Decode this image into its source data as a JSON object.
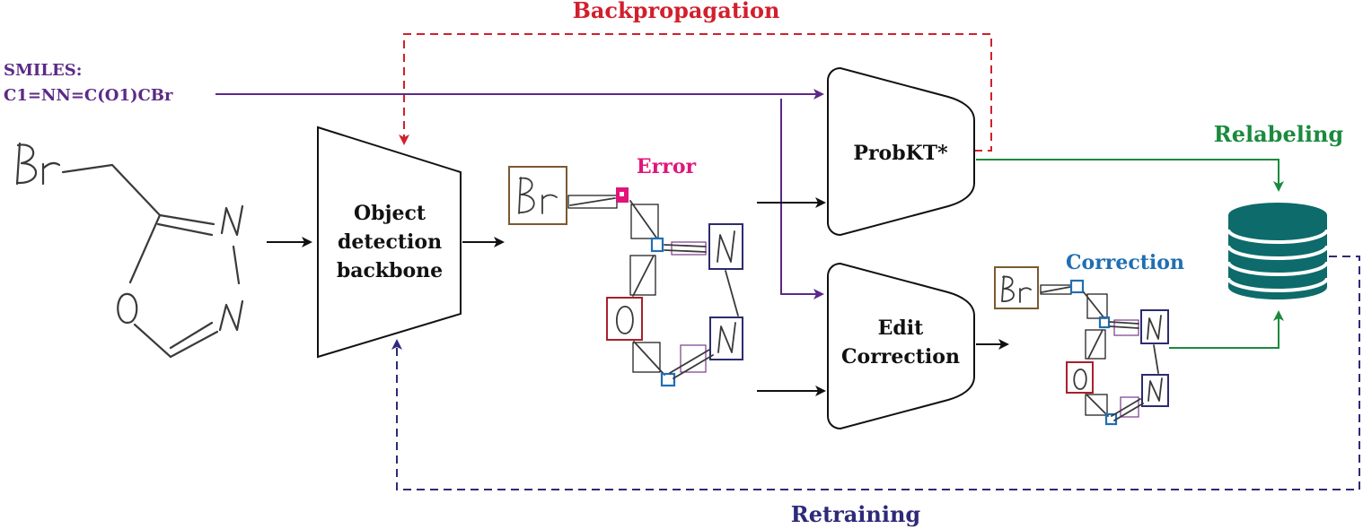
{
  "labels": {
    "backpropagation": "Backpropagation",
    "smiles_label": "SMILES:",
    "smiles_value": "C1=NN=C(O1)CBr",
    "relabeling": "Relabeling",
    "error": "Error",
    "correction": "Correction",
    "retraining": "Retraining"
  },
  "blocks": {
    "detector_line1": "Object",
    "detector_line2": "detection",
    "detector_line3": "backbone",
    "probkt": "ProbKT*",
    "edit_line1": "Edit",
    "edit_line2": "Correction"
  },
  "colors": {
    "backpropagation": "#d21f2c",
    "smiles": "#5b2a86",
    "relabeling": "#1a8a3e",
    "error": "#e0157a",
    "correction": "#1f6fb3",
    "retraining": "#2e2a7a",
    "database": "#0d6b6b"
  }
}
